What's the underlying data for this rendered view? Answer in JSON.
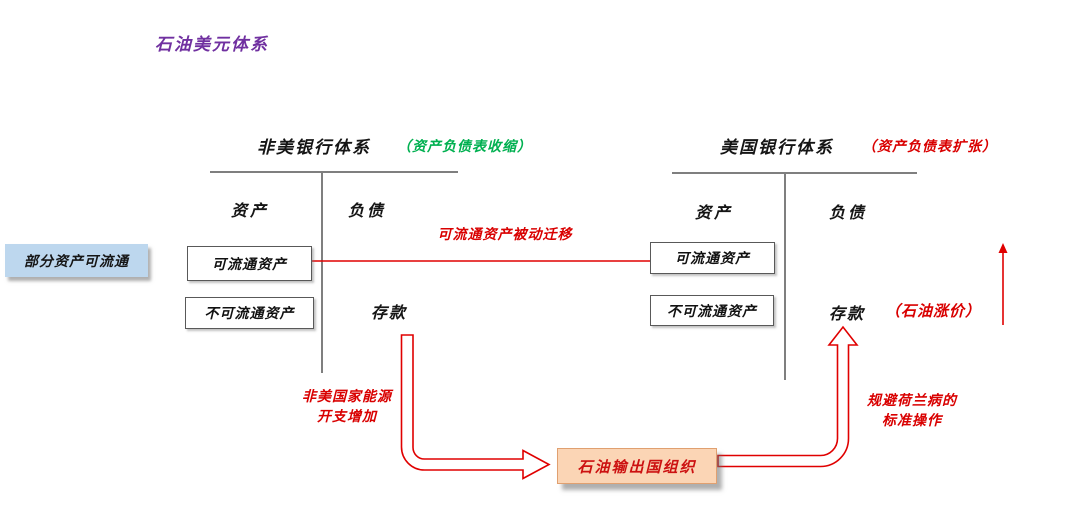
{
  "title": "石油美元体系",
  "colors": {
    "title_purple": "#7030a0",
    "contract_green": "#00b050",
    "expand_red": "#d90000",
    "arrow_red": "#e00000",
    "t_line_gray": "#7f7f7f",
    "callout_blue_bg": "#bdd7ee",
    "opec_bg": "#fbd5b5"
  },
  "left_panel": {
    "title": "非美银行体系",
    "subtitle": "（资产负债表收缩）",
    "assets_label": "资产",
    "liabilities_label": "负债",
    "tradable_box": "可流通资产",
    "non_tradable_box": "不可流通资产",
    "deposits_label": "存款"
  },
  "right_panel": {
    "title": "美国银行体系",
    "subtitle": "（资产负债表扩张）",
    "assets_label": "资产",
    "liabilities_label": "负债",
    "tradable_box": "可流通资产",
    "non_tradable_box": "不可流通资产",
    "deposits_label": "存款",
    "deposits_note": "（石油涨价）"
  },
  "callouts": {
    "partial_assets": "部分资产可流通",
    "opec": "石油输出国组织"
  },
  "arrow_labels": {
    "migration": "可流通资产被动迁移",
    "left_flow_line1": "非美国家能源",
    "left_flow_line2": "开支增加",
    "right_flow_line1": "规避荷兰病的",
    "right_flow_line2": "标准操作"
  }
}
